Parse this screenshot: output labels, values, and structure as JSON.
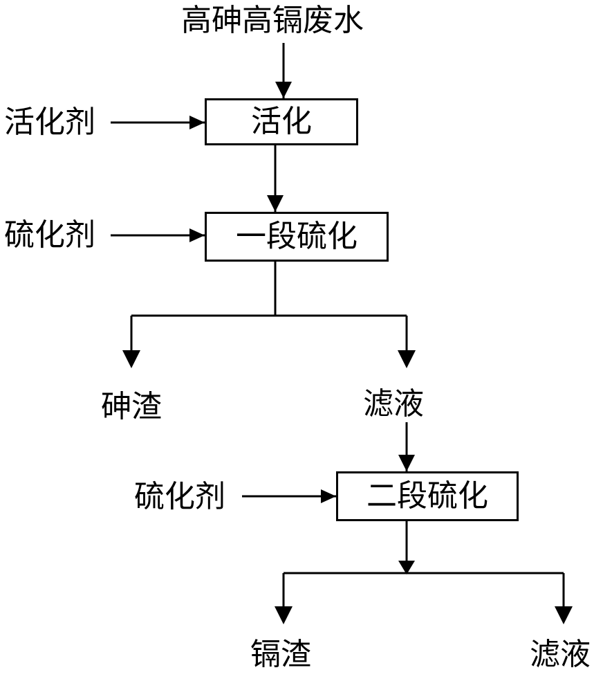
{
  "input": {
    "wastewater": "高砷高镉废水"
  },
  "reagents": {
    "activator": "活化剂",
    "sulfidizer_1": "硫化剂",
    "sulfidizer_2": "硫化剂"
  },
  "steps": {
    "activation": "活化",
    "stage1_sulfidation": "一段硫化",
    "stage2_sulfidation": "二段硫化"
  },
  "products": {
    "arsenic_residue": "砷渣",
    "filtrate_1": "滤液",
    "cadmium_residue": "镉渣",
    "filtrate_2": "滤液"
  }
}
